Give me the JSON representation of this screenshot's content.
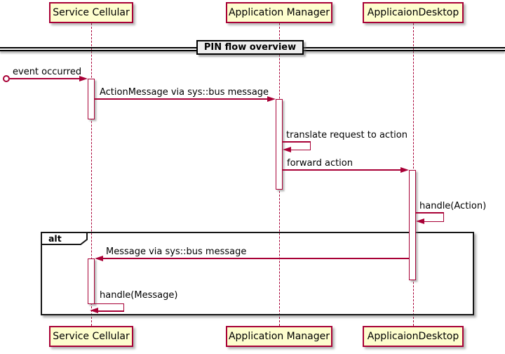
{
  "diagram": {
    "divider_title": "PIN flow overview",
    "fragment_label": "alt",
    "participants": [
      {
        "name": "Service Cellular"
      },
      {
        "name": "Application Manager"
      },
      {
        "name": "ApplicaionDesktop"
      }
    ],
    "messages": {
      "event": "event occurred",
      "action_message": "ActionMessage via sys::bus message",
      "translate": "translate request to action",
      "forward": "forward action",
      "handle_action": "handle(Action)",
      "bus_message": "Message via sys::bus message",
      "handle_message": "handle(Message)"
    },
    "colors": {
      "stroke": "#A80036",
      "participant_fill": "#FEFECE",
      "divider_fill": "#EEEEEE",
      "frame_border": "#000000"
    }
  }
}
